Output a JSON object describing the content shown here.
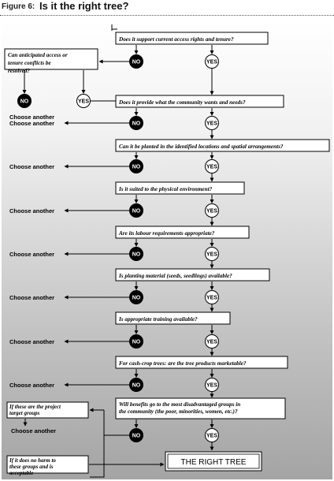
{
  "figure": {
    "label": "Figure 6:",
    "title": "Is it the right tree?"
  },
  "questions": [
    "Does it support current access rights and tenure?",
    "Does it provide what the community wants and needs?",
    "Can it be planted in the identified locations and spatial arrangements?",
    "Is it suited to the physical environment?",
    "Are its labour requirements appropriate?",
    "Is planting material (seeds, seedlings) available?",
    "Is appropriate training available?",
    "For cash-crop trees: are the tree products marketable?",
    "Will benefits go to the most disadvantaged groups in the community (the poor, minorities, women, etc.)?"
  ],
  "side_question": "Can anticipated access or tenure conflicts be resolved?",
  "answers": {
    "no": "NO",
    "yes": "YES"
  },
  "choose_another": "Choose another",
  "final_notes": {
    "target_groups": "If these are the project target groups",
    "no_harm": "If it does no harm to these groups and is acceptable"
  },
  "result": "THE RIGHT TREE"
}
